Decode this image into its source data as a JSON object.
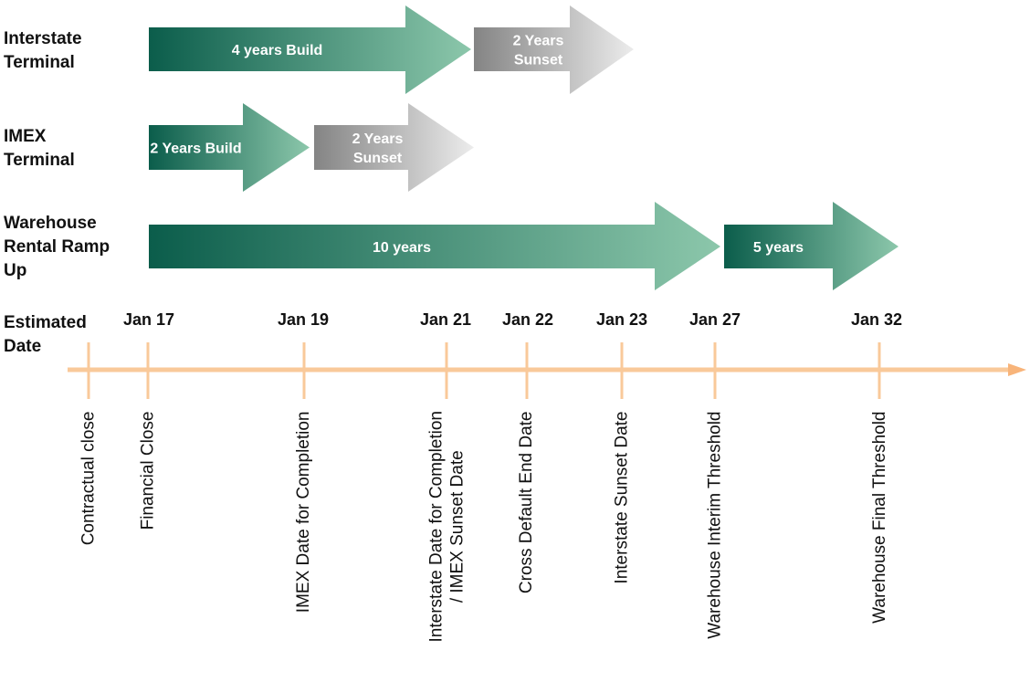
{
  "rows": [
    {
      "id": "interstate",
      "label_lines": [
        "Interstate",
        "Terminal"
      ]
    },
    {
      "id": "imex",
      "label_lines": [
        "IMEX",
        "Terminal"
      ]
    },
    {
      "id": "warehouse",
      "label_lines": [
        "Warehouse",
        "Rental Ramp",
        "Up"
      ]
    }
  ],
  "arrows": [
    {
      "id": "interstate-build",
      "row": "interstate",
      "phase": "build",
      "lines": [
        "4 years Build"
      ]
    },
    {
      "id": "interstate-sunset",
      "row": "interstate",
      "phase": "sunset",
      "lines": [
        "2 Years",
        "Sunset"
      ]
    },
    {
      "id": "imex-build",
      "row": "imex",
      "phase": "build",
      "lines": [
        "2 Years Build"
      ]
    },
    {
      "id": "imex-sunset",
      "row": "imex",
      "phase": "sunset",
      "lines": [
        "2 Years",
        "Sunset"
      ]
    },
    {
      "id": "warehouse-ramp",
      "row": "warehouse",
      "phase": "build",
      "lines": [
        "10 years"
      ]
    },
    {
      "id": "warehouse-final",
      "row": "warehouse",
      "phase": "build",
      "lines": [
        "5 years"
      ]
    }
  ],
  "timeline": {
    "label_lines": [
      "Estimated",
      "Date"
    ],
    "dates": [
      "Jan 17",
      "Jan 19",
      "Jan 21",
      "Jan 22",
      "Jan 23",
      "Jan 27",
      "Jan 32"
    ],
    "milestones": [
      {
        "lines": [
          "Contractual close"
        ]
      },
      {
        "lines": [
          "Financial Close"
        ]
      },
      {
        "lines": [
          "IMEX Date for Completion"
        ]
      },
      {
        "lines": [
          "Interstate Date for Completion",
          "/ IMEX Sunset Date"
        ]
      },
      {
        "lines": [
          "Cross Default End Date"
        ]
      },
      {
        "lines": [
          "Interstate Sunset Date"
        ]
      },
      {
        "lines": [
          "Warehouse Interim Threshold"
        ]
      },
      {
        "lines": [
          "Warehouse Final Threshold"
        ]
      }
    ]
  },
  "colors": {
    "build_dark": "#0b5d4b",
    "build_light": "#8cc7ab",
    "sunset_dark": "#848484",
    "sunset_light": "#ececec",
    "timeline": "#f9c99a",
    "timeline_arrow": "#f8b47a"
  }
}
